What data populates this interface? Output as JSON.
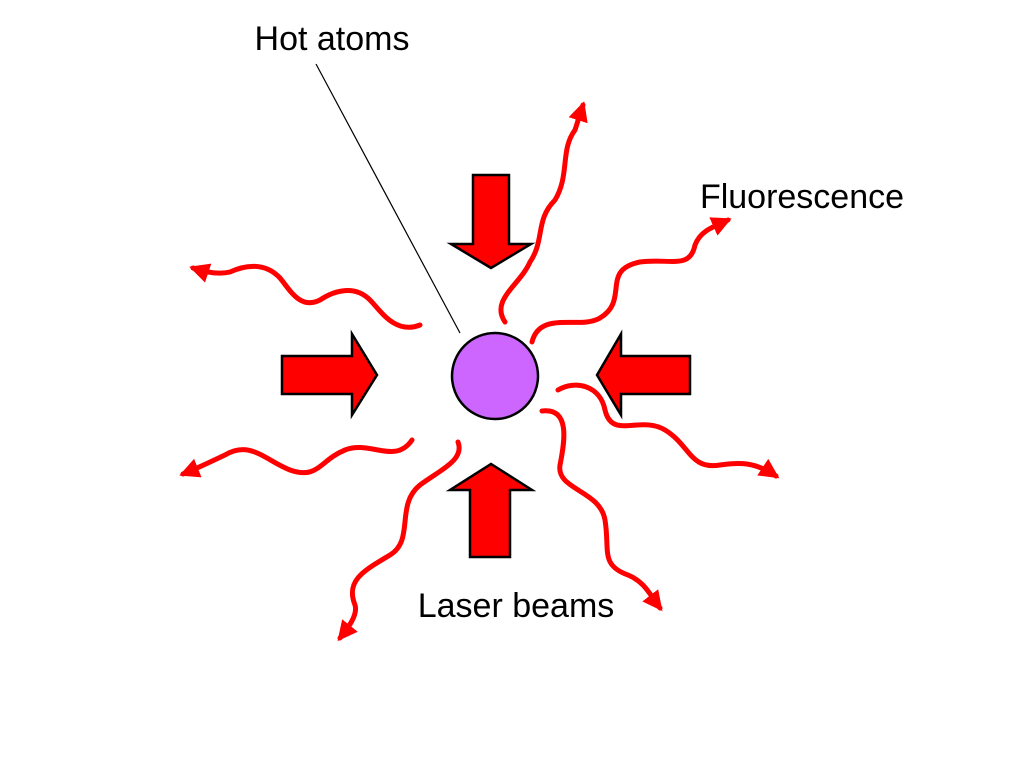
{
  "labels": {
    "hot_atoms": "Hot atoms",
    "fluorescence": "Fluorescence",
    "laser_beams": "Laser beams"
  },
  "colors": {
    "laser_beam": "#ff0000",
    "fluorescence": "#ff0000",
    "atom": "#cc66ff",
    "outline": "#000000"
  }
}
